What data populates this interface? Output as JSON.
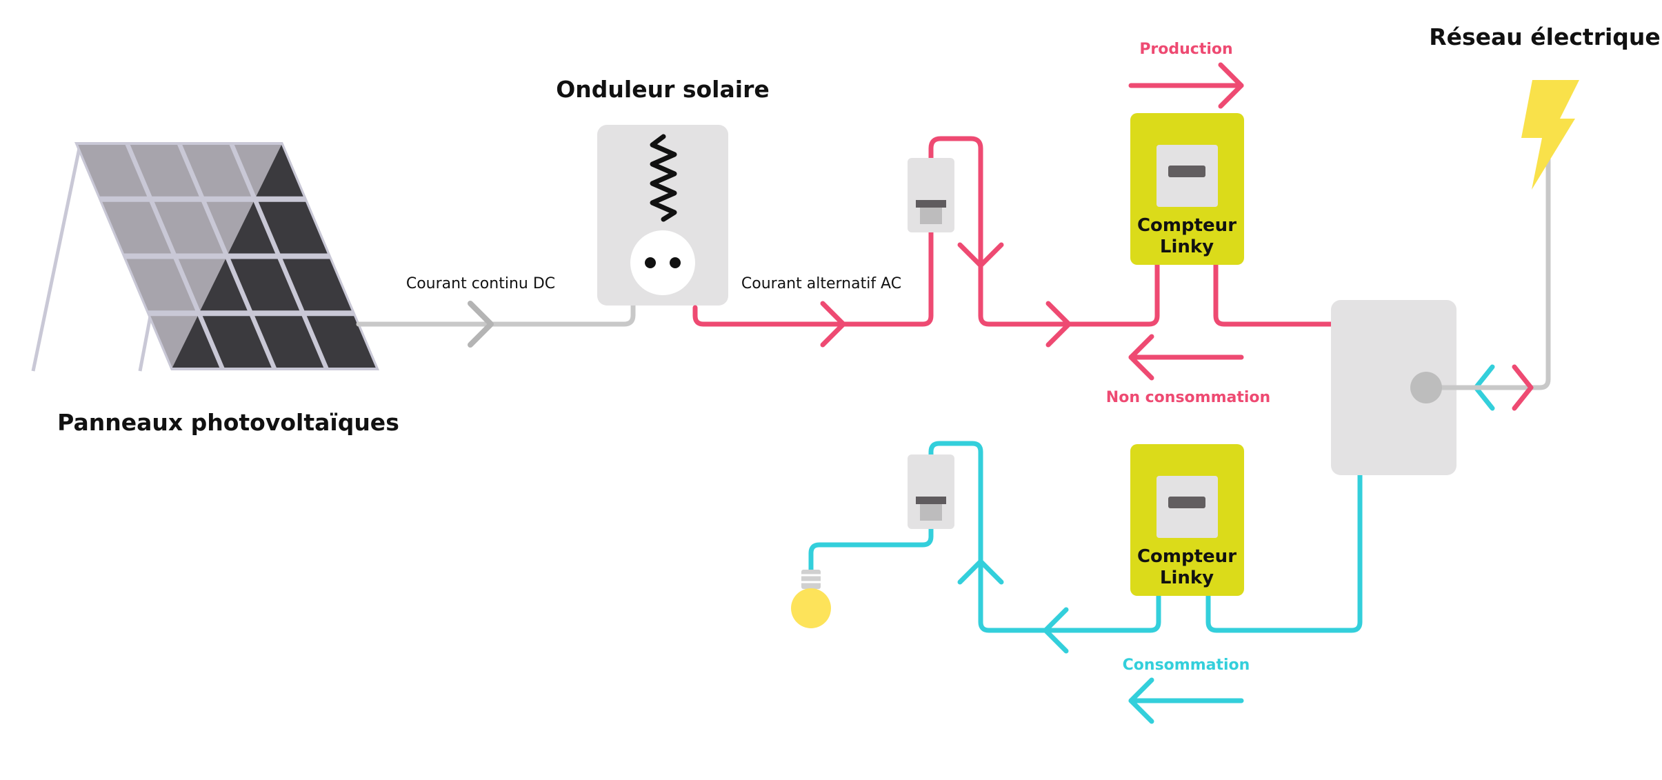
{
  "titles": {
    "panels": "Panneaux photovoltaïques",
    "inverter": "Onduleur solaire",
    "grid": "Réseau électrique"
  },
  "flows": {
    "dc": "Courant continu DC",
    "ac": "Courant alternatif AC"
  },
  "meters": {
    "top": {
      "line1": "Compteur",
      "line2": "Linky"
    },
    "bottom": {
      "line1": "Compteur",
      "line2": "Linky"
    }
  },
  "legend": {
    "production": "Production",
    "non_consumption": "Non consommation",
    "consumption": "Consommation"
  },
  "colors": {
    "production": "#ee4a72",
    "consumption": "#33cfdb",
    "dc_line": "#c8c8c8",
    "meter_yellow": "#dbdb1a",
    "box_grey": "#e3e2e3",
    "bolt": "#f9e14a",
    "bulb": "#fde35a"
  },
  "icons": [
    "solar-panel-icon",
    "inverter-icon",
    "sine-wave-icon",
    "socket-icon",
    "breaker-icon",
    "meter-icon",
    "lightning-icon",
    "light-bulb-icon",
    "junction-node-icon"
  ]
}
